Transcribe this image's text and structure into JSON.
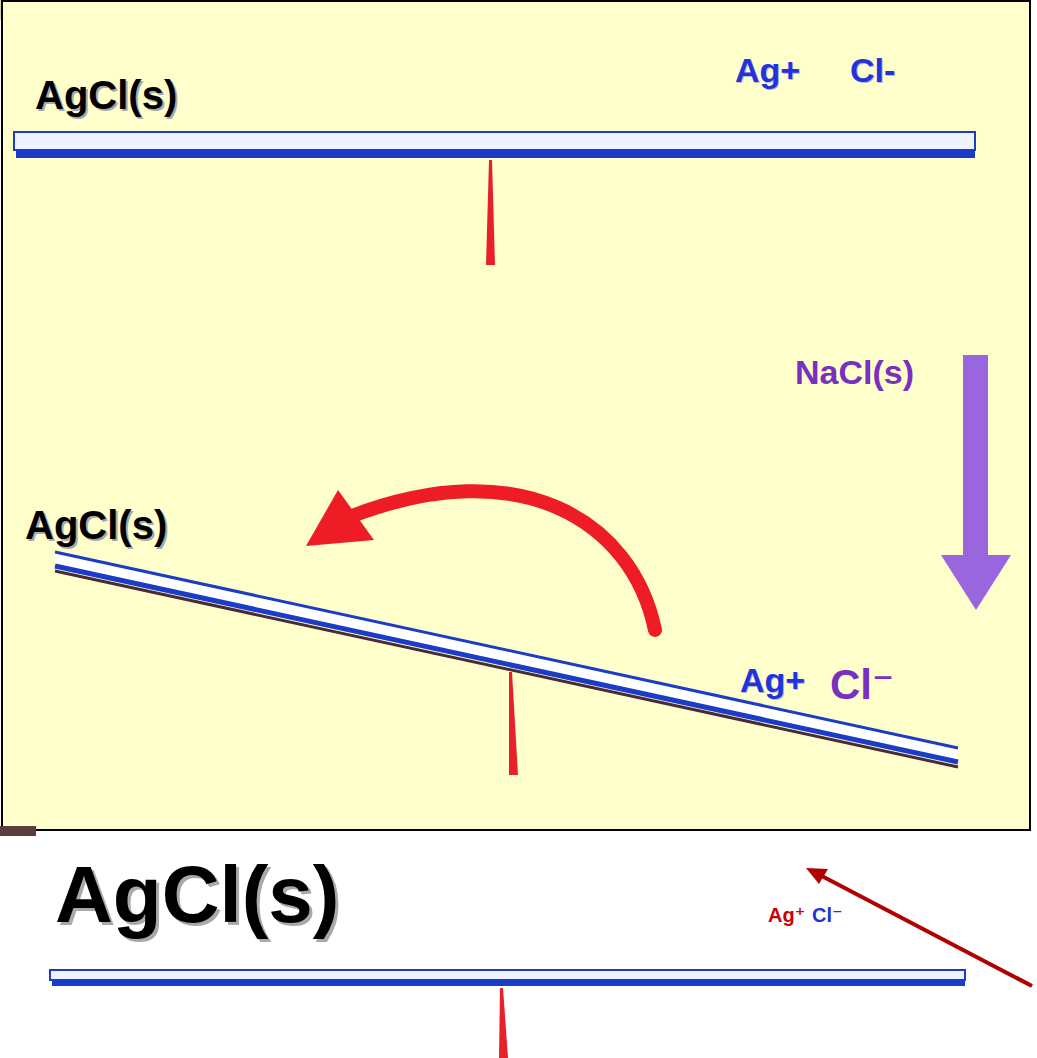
{
  "diagram": {
    "labels": [
      "AgCl(s)",
      "Ag+",
      "Cl-",
      "NaCl(s)",
      "AgCl(s)",
      "Ag+",
      "Cl⁻",
      "AgCl(s)",
      "Ag⁺",
      "Cl⁻"
    ]
  }
}
